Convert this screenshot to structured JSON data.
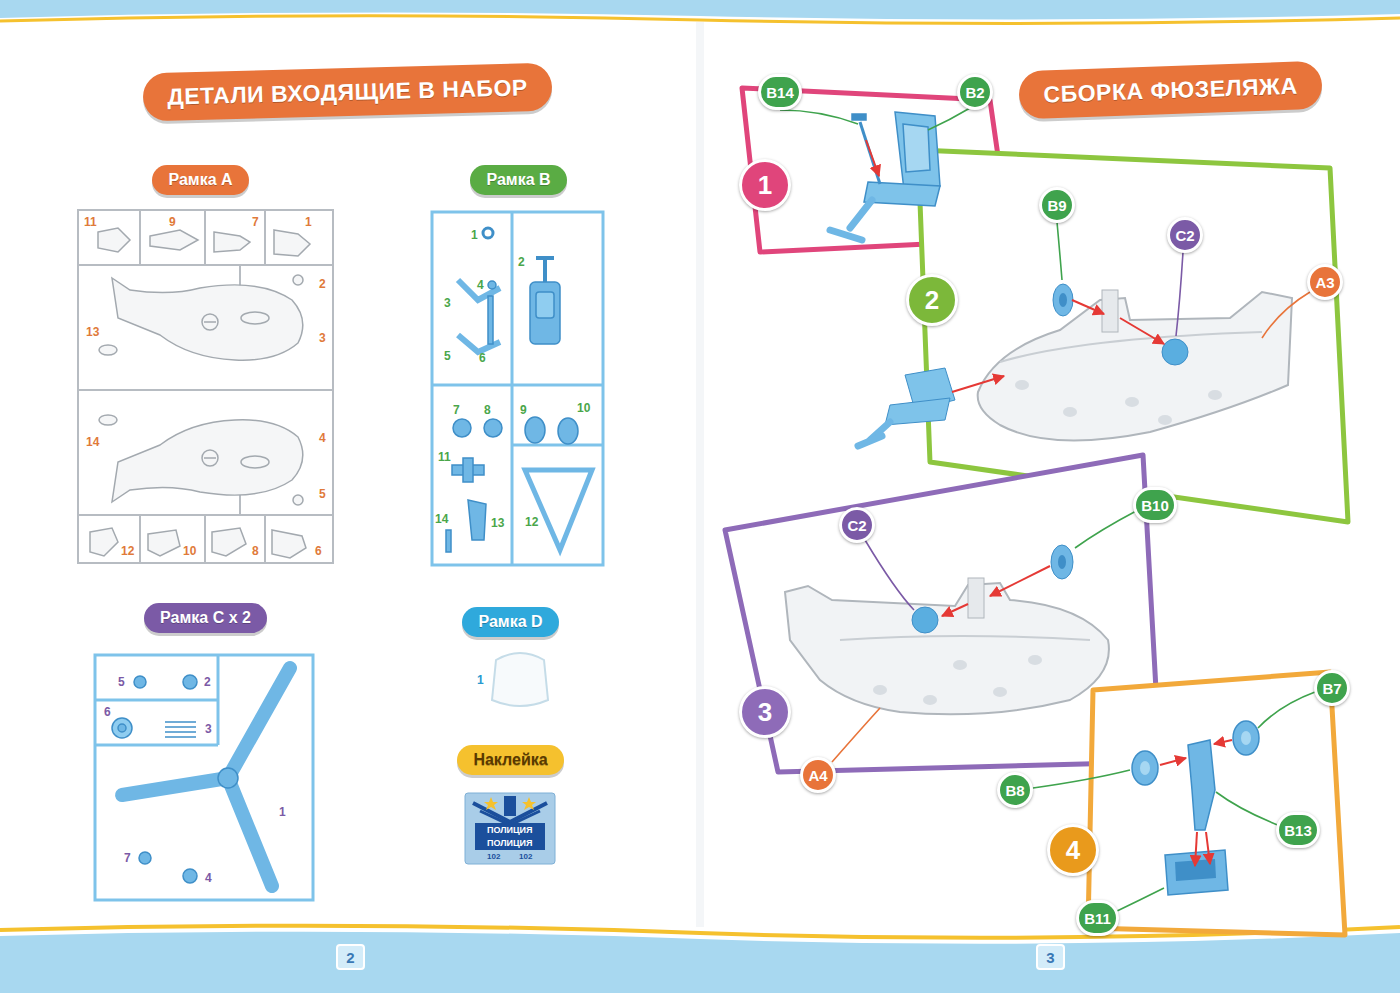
{
  "diagram": {
    "nodes": [
      {
        "text": [
          "ДЕТАЛИ ВХОДЯЩИЕ В НАБОР"
        ]
      },
      {
        "text": [
          "Рамка A"
        ]
      },
      {
        "text": [
          "Рамка B"
        ]
      },
      {
        "text": [
          "Рамка C x 2"
        ]
      },
      {
        "text": [
          "Рамка D"
        ]
      },
      {
        "text": [
          "Наклейка"
        ]
      },
      {
        "text": [
          "2"
        ]
      },
      {
        "text": [
          "СБОРКА ФЮЗЕЛЯЖА"
        ]
      },
      {
        "text": [
          "1"
        ]
      },
      {
        "text": [
          "B14"
        ]
      },
      {
        "text": [
          "B2"
        ]
      },
      {
        "text": [
          "2"
        ]
      },
      {
        "text": [
          "B9"
        ]
      },
      {
        "text": [
          "C2"
        ]
      },
      {
        "text": [
          "A3"
        ]
      },
      {
        "text": [
          "C2"
        ]
      },
      {
        "text": [
          "B10"
        ]
      },
      {
        "text": [
          "3"
        ]
      },
      {
        "text": [
          "A4"
        ]
      },
      {
        "text": [
          "B7"
        ]
      },
      {
        "text": [
          "B8"
        ]
      },
      {
        "text": [
          "4"
        ]
      },
      {
        "text": [
          "B13"
        ]
      },
      {
        "text": [
          "B11"
        ]
      },
      {
        "text": [
          "3"
        ]
      }
    ],
    "labels": [
      "11",
      "9",
      "7",
      "1",
      "2",
      "3",
      "13",
      "14",
      "4",
      "5",
      "12",
      "10",
      "8",
      "6",
      "1",
      "2",
      "3",
      "4",
      "5",
      "6",
      "7",
      "8",
      "9",
      "10",
      "11",
      "12",
      "13",
      "14",
      "5",
      "2",
      "6",
      "3",
      "1",
      "7",
      "4",
      "1",
      "ПОЛИЦИЯ",
      "ПОЛИЦИЯ",
      "102",
      "102"
    ]
  }
}
